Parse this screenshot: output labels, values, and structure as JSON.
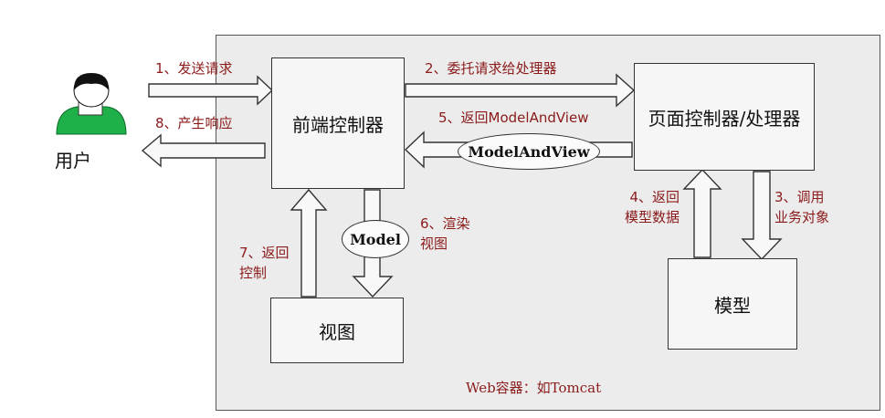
{
  "diagram": {
    "user": {
      "label": "用户"
    },
    "nodes": {
      "front_controller": "前端控制器",
      "page_controller": "页面控制器/处理器",
      "view": "视图",
      "model_box": "模型"
    },
    "ellipses": {
      "model_and_view": "ModelAndView",
      "model": "Model"
    },
    "steps": {
      "step1": "1、发送请求",
      "step2": "2、委托请求给处理器",
      "step3": "3、调用业务对象",
      "step4": "4、返回模型数据",
      "step5": "5、返回ModelAndView",
      "step6": "6、渲染视图",
      "step7": "7、返回控制",
      "step8": "8、产生响应"
    },
    "container_label": "Web容器：如Tomcat"
  }
}
